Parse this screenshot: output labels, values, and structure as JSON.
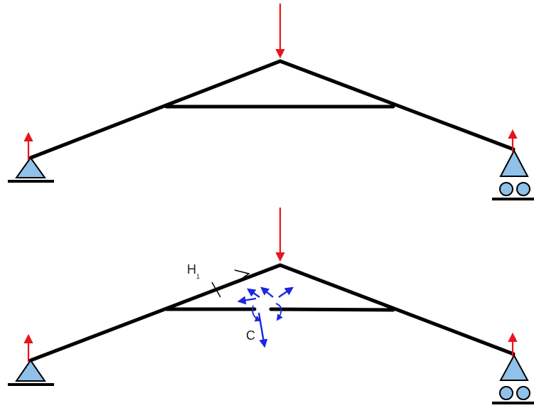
{
  "colors": {
    "member": "#000000",
    "load": "#e8141b",
    "reaction": "#e8141b",
    "support_fill": "#8fc1ea",
    "cut_forces": "#1a26e0",
    "label": "#222222"
  },
  "diagrams": [
    {
      "name": "truss-full",
      "supports": {
        "left": "pin",
        "right": "roller"
      },
      "loads": [
        {
          "at": "apex",
          "direction": "down"
        }
      ],
      "reactions": [
        {
          "at": "left-support",
          "direction": "up"
        },
        {
          "at": "right-support",
          "direction": "up"
        }
      ]
    },
    {
      "name": "truss-section-cut",
      "supports": {
        "left": "pin",
        "right": "roller"
      },
      "loads": [
        {
          "at": "apex",
          "direction": "down"
        }
      ],
      "reactions": [
        {
          "at": "left-support",
          "direction": "up"
        },
        {
          "at": "right-support",
          "direction": "up"
        }
      ],
      "labels": {
        "rafter_force": "H",
        "rafter_force_subscript": "1",
        "tie_force": "C"
      },
      "cut_force_icon": "curved-arrow-icon"
    }
  ]
}
